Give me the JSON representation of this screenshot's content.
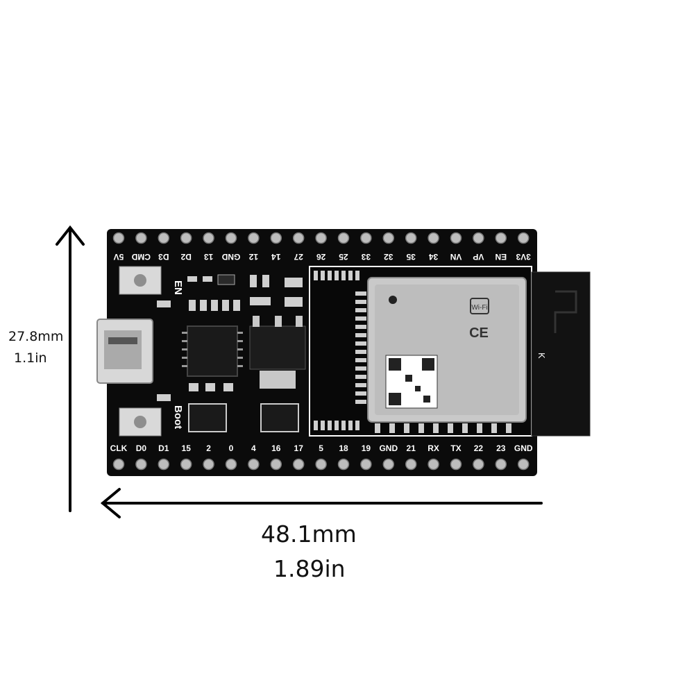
{
  "dimensions": {
    "height_mm": "27.8mm",
    "height_in": "1.1in",
    "width_mm": "48.1mm",
    "width_in": "1.89in"
  },
  "board": {
    "top_pins": [
      "5V",
      "CMD",
      "D3",
      "D2",
      "13",
      "GND",
      "12",
      "14",
      "27",
      "26",
      "25",
      "33",
      "32",
      "35",
      "34",
      "VN",
      "VP",
      "EN",
      "3V3"
    ],
    "bottom_pins": [
      "CLK",
      "D0",
      "D1",
      "15",
      "2",
      "0",
      "4",
      "16",
      "17",
      "5",
      "18",
      "19",
      "GND",
      "21",
      "RX",
      "TX",
      "22",
      "23",
      "GND"
    ],
    "button_en": "EN",
    "button_boot": "Boot",
    "module_logo": "Wi-Fi",
    "module_mark": "CE",
    "antenna_mark": "K",
    "colors": {
      "pcb": "#0b0b0b",
      "silk": "#ffffff",
      "shield": "#c9c9c9",
      "pin": "#bdbdbd"
    }
  }
}
